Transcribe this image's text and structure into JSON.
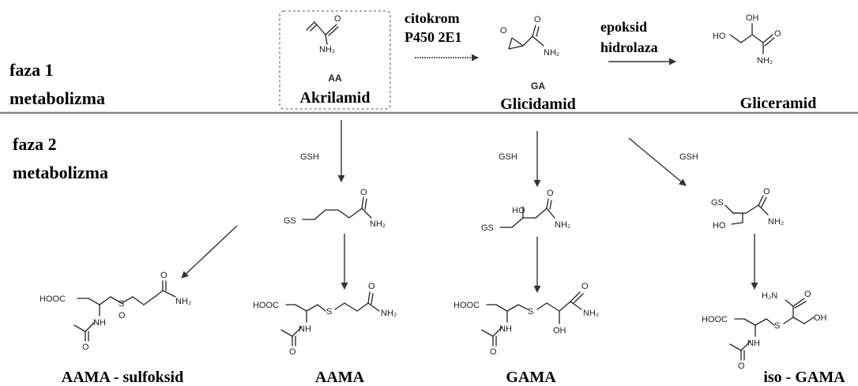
{
  "phases": {
    "phase1_line1": "faza 1",
    "phase1_line2": "metabolizma",
    "phase2_line1": "faza 2",
    "phase2_line2": "metabolizma"
  },
  "enzymes": {
    "cyp_line1": "citokrom",
    "cyp_line2": "P450 2E1",
    "eh_line1": "epoksid",
    "eh_line2": "hidrolaza",
    "gsh": "GSH"
  },
  "compounds": {
    "aa_abbr": "AA",
    "aa_name": "Akrilamid",
    "ga_abbr": "GA",
    "ga_name": "Glicidamid",
    "gly_name": "Gliceramid",
    "aama_sulfoxide": "AAMA - sulfoksid",
    "aama": "AAMA",
    "gama": "GAMA",
    "iso_gama": "iso - GAMA"
  },
  "atoms": {
    "nh2": "NH₂",
    "oh": "OH",
    "o": "O",
    "ho": "HO",
    "hooc": "HOOC",
    "nh": "NH",
    "s": "S",
    "gs": "GS",
    "h2n": "H₂N"
  }
}
